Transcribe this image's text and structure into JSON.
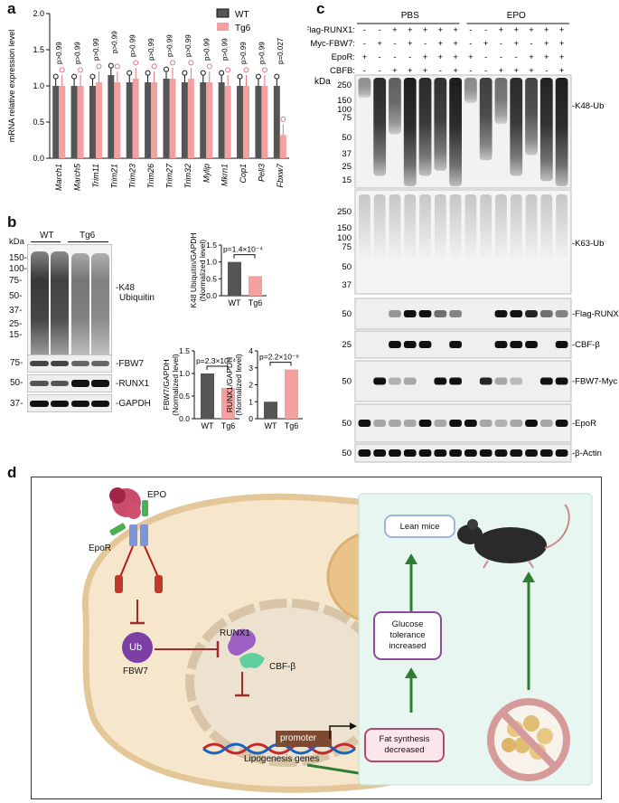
{
  "panels": {
    "a": "a",
    "b": "b",
    "c": "c",
    "d": "d"
  },
  "colors": {
    "wt": "#555555",
    "tg6": "#f4a0a0",
    "arrow_green": "#2e7d32",
    "inhibit_red": "#9e2a2a",
    "cell_fill": "#f5e6cc",
    "cell_edge": "#e3c798",
    "nucleus_fill": "#ede2d0",
    "rightbox": "#e8f6f2"
  },
  "chart_a": {
    "ylabel": "mRNA relative expression level",
    "legend": [
      "WT",
      "Tg6"
    ],
    "categories": [
      "March1",
      "March5",
      "Trim11",
      "Trim21",
      "Trim23",
      "Trim26",
      "Trim27",
      "Trim32",
      "Mylip",
      "Mkrn1",
      "Cop1",
      "Peli3",
      "Fbxw7"
    ],
    "wt": [
      1.0,
      1.0,
      1.0,
      1.15,
      1.05,
      1.05,
      1.1,
      1.05,
      1.05,
      1.05,
      1.0,
      1.0,
      1.0
    ],
    "tg6": [
      1.0,
      1.0,
      1.05,
      1.05,
      1.1,
      1.05,
      1.1,
      1.1,
      1.05,
      1.0,
      1.0,
      1.0,
      0.32
    ],
    "pvalues": [
      "p>0.99",
      "p>0.99",
      "p>0.99",
      "p>0.99",
      "p>0.99",
      "p>0.99",
      "p>0.99",
      "p>0.99",
      "p>0.99",
      "p>0.99",
      "p>0.99",
      "p>0.99",
      "p=0.027"
    ],
    "yticks": [
      "0.0",
      "0.5",
      "1.0",
      "1.5",
      "2.0"
    ],
    "ylim": [
      0,
      2.0
    ]
  },
  "blot_b": {
    "kda": "kDa",
    "groups": [
      "WT",
      "Tg6"
    ],
    "markers_top": [
      "150",
      "100",
      "75",
      "50",
      "37",
      "25",
      "15"
    ],
    "labels": {
      "k48": "-K48",
      "k48b": "Ubiquitin",
      "fbw7": "-FBW7",
      "runx1": "-RUNX1",
      "gapdh": "-GAPDH"
    },
    "m75": "75-",
    "m50": "50-",
    "m37": "37-"
  },
  "chart_b1": {
    "ylabel1": "K48 Ubiquitin/GAPDH",
    "ylabel2": "(Normalized level)",
    "p": "p=1.4×10⁻⁴",
    "yticks": [
      "0.0",
      "0.5",
      "1.0",
      "1.5"
    ],
    "ylim": [
      0,
      1.5
    ],
    "categories": [
      "WT",
      "Tg6"
    ],
    "values": [
      1.0,
      0.58
    ]
  },
  "chart_b2": {
    "ylabel1": "FBW7/GAPDH",
    "ylabel2": "(Normalized level)",
    "p": "p=2.3×10⁻⁴",
    "yticks": [
      "0.0",
      "0.5",
      "1.0",
      "1.5"
    ],
    "ylim": [
      0,
      1.5
    ],
    "categories": [
      "WT",
      "Tg6"
    ],
    "values": [
      1.0,
      0.68
    ]
  },
  "chart_b3": {
    "ylabel1": "RUNX1/GAPDH",
    "ylabel2": "(Normalized level)",
    "p": "p=2.2×10⁻⁸",
    "yticks": [
      "0",
      "1",
      "2",
      "3",
      "4"
    ],
    "ylim": [
      0,
      4
    ],
    "categories": [
      "WT",
      "Tg6"
    ],
    "values": [
      1.0,
      2.9
    ]
  },
  "blot_c": {
    "groups": [
      "PBS",
      "EPO"
    ],
    "row_labels": [
      "Flag-RUNX1:",
      "Myc-FBW7:",
      "EpoR:",
      "CBFB:"
    ],
    "rows": [
      [
        "-",
        "-",
        "+",
        "+",
        "+",
        "+",
        "+",
        "-",
        "-",
        "+",
        "+",
        "+",
        "+",
        "+"
      ],
      [
        "-",
        "+",
        "-",
        "+",
        "-",
        "+",
        "+",
        "-",
        "+",
        "-",
        "+",
        "-",
        "+",
        "+"
      ],
      [
        "+",
        "-",
        "-",
        "-",
        "+",
        "+",
        "+",
        "+",
        "-",
        "-",
        "-",
        "+",
        "+",
        "+"
      ],
      [
        "-",
        "-",
        "+",
        "+",
        "+",
        "-",
        "+",
        "-",
        "-",
        "+",
        "+",
        "+",
        "-",
        "+"
      ]
    ],
    "kda": "kDa",
    "markers_k48": [
      "250",
      "150",
      "100",
      "75",
      "50",
      "37",
      "25",
      "15"
    ],
    "markers_k63": [
      "250",
      "150",
      "100",
      "75",
      "50",
      "37"
    ],
    "labels": {
      "k48": "-K48-Ub",
      "k63": "-K63-Ub",
      "runx1": "-Flag-RUNX1",
      "cbfb": "-CBF-β",
      "fbw7": "-FBW7-Myc",
      "epor": "-EpoR",
      "actin": "-β-Actin"
    },
    "m50": "50",
    "m25": "25"
  },
  "diagram_d": {
    "epo": "EPO",
    "epor": "EpoR",
    "ub": "Ub",
    "fbw7": "FBW7",
    "runx1": "RUNX1",
    "cbfb": "CBF-β",
    "promoter": "promoter",
    "lipo": "Lipogenesis genes",
    "lean": "Lean mice",
    "glucose": [
      "Glucose",
      "tolerance",
      "increased"
    ],
    "fat": [
      "Fat synthesis",
      "decreased"
    ]
  }
}
